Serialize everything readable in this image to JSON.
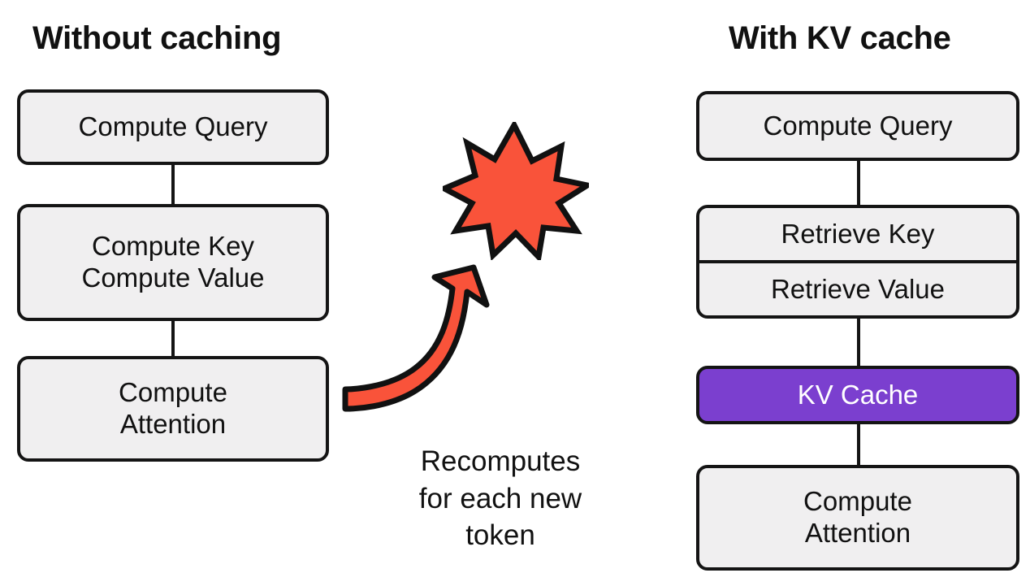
{
  "diagram": {
    "title_left": "Without caching",
    "title_right": "With KV cache",
    "caption": {
      "line1": "Recomputes",
      "line2": "for each new",
      "line3": "token"
    },
    "colors": {
      "node_fill": "#f0eff0",
      "node_stroke": "#141414",
      "accent_fill": "#7b3fcf",
      "accent_text": "#ffffff",
      "burst_fill": "#f9533a",
      "arrow_fill": "#f9533a",
      "text": "#111111",
      "background": "#ffffff"
    },
    "left_column": {
      "nodes": [
        {
          "id": "compute-query",
          "lines": [
            "Compute Query"
          ]
        },
        {
          "id": "compute-key-value",
          "lines": [
            "Compute Key",
            "Compute Value"
          ]
        },
        {
          "id": "compute-attention",
          "lines": [
            "Compute",
            "Attention"
          ]
        }
      ]
    },
    "right_column": {
      "nodes": [
        {
          "id": "compute-query",
          "lines": [
            "Compute Query"
          ]
        },
        {
          "id": "retrieve-key-value",
          "cells": [
            "Retrieve Key",
            "Retrieve Value"
          ]
        },
        {
          "id": "kv-cache",
          "lines": [
            "KV Cache"
          ],
          "accent": true
        },
        {
          "id": "compute-attention",
          "lines": [
            "Compute",
            "Attention"
          ]
        }
      ]
    },
    "graphics": {
      "burst": "starburst-icon",
      "arrow": "curved-arrow-icon"
    }
  }
}
